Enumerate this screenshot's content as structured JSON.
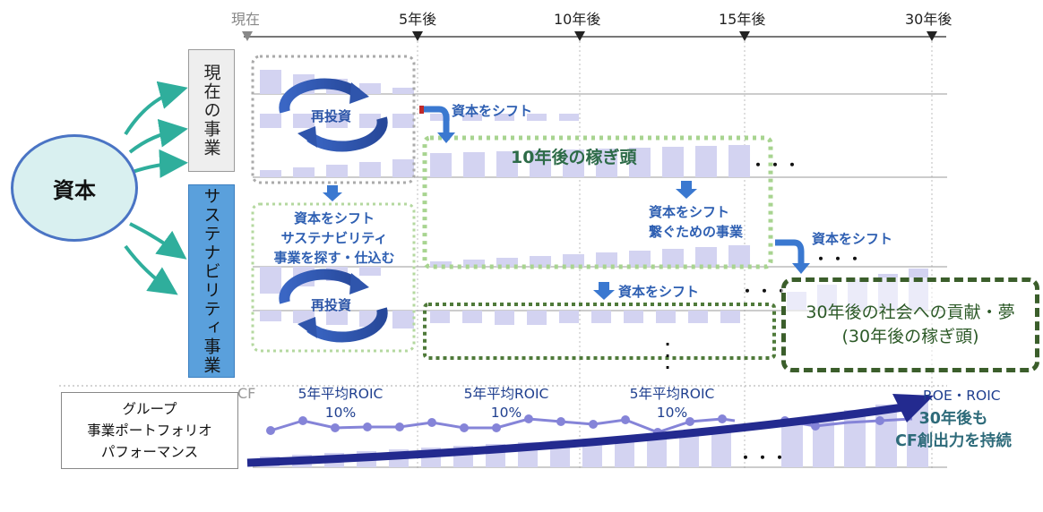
{
  "timeline": {
    "marks": [
      {
        "label": "現在"
      },
      {
        "label": "5年後"
      },
      {
        "label": "10年後"
      },
      {
        "label": "15年後"
      },
      {
        "label": "30年後"
      }
    ]
  },
  "capital": {
    "label": "資本"
  },
  "business": {
    "current": "現在の事業",
    "sustainability": "サステナビリティ事業"
  },
  "reinvest": {
    "top": "再投資",
    "bottom": "再投資"
  },
  "shifts": {
    "to_10y": "資本をシフト",
    "sust_block_line1": "資本をシフト",
    "sust_block_line2": "サステナビリティ",
    "sust_block_line3": "事業を探す・仕込む",
    "inner_line1": "資本をシフト",
    "inner_line2": "繋ぐための事業",
    "to_30y": "資本をシフト",
    "lower": "資本をシフト"
  },
  "earner_10y": "10年後の稼ぎ頭",
  "final": {
    "line1": "30年後の社会への貢献・夢",
    "line2": "(30年後の稼ぎ頭)"
  },
  "group": {
    "line1": "グループ",
    "line2": "事業ポートフォリオ",
    "line3": "パフォーマンス"
  },
  "cf_label": "CF",
  "roic": [
    {
      "line1": "5年平均ROIC",
      "line2": "10%"
    },
    {
      "line1": "5年平均ROIC",
      "line2": "10%"
    },
    {
      "line1": "5年平均ROIC",
      "line2": "10%"
    }
  ],
  "roe_label": "ROE・ROIC",
  "cf30": {
    "line1": "30年後も",
    "line2": "CF創出力を持続"
  },
  "ellipsis": "・・・",
  "colors": {
    "bar": "#d3d3f1",
    "roic_line": "#8584d8",
    "big_arrow": "#232a8f",
    "shift_arrow": "#3a78d0",
    "green_dotted": "#9ccc82",
    "final_border": "#3b5e2b"
  }
}
